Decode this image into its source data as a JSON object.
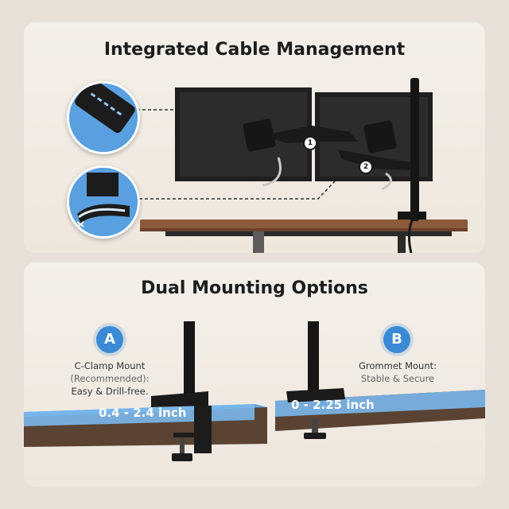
{
  "top": {
    "title": "Integrated Cable Management",
    "markers": [
      "1",
      "2"
    ]
  },
  "bottom": {
    "title": "Dual Mounting Options",
    "option_a": {
      "badge": "A",
      "line1": "C-Clamp Mount",
      "line2": "(Recommended):",
      "line3": "Easy & Drill-free.",
      "range": "0.4 - 2.4 inch"
    },
    "option_b": {
      "badge": "B",
      "line1": "Grommet Mount:",
      "line2": "Stable & Secure",
      "range": "0 - 2.25 inch"
    }
  },
  "colors": {
    "accent": "#3a8ad6",
    "desk_top": "#8a5a3a",
    "hardware": "#1c1c1c"
  }
}
